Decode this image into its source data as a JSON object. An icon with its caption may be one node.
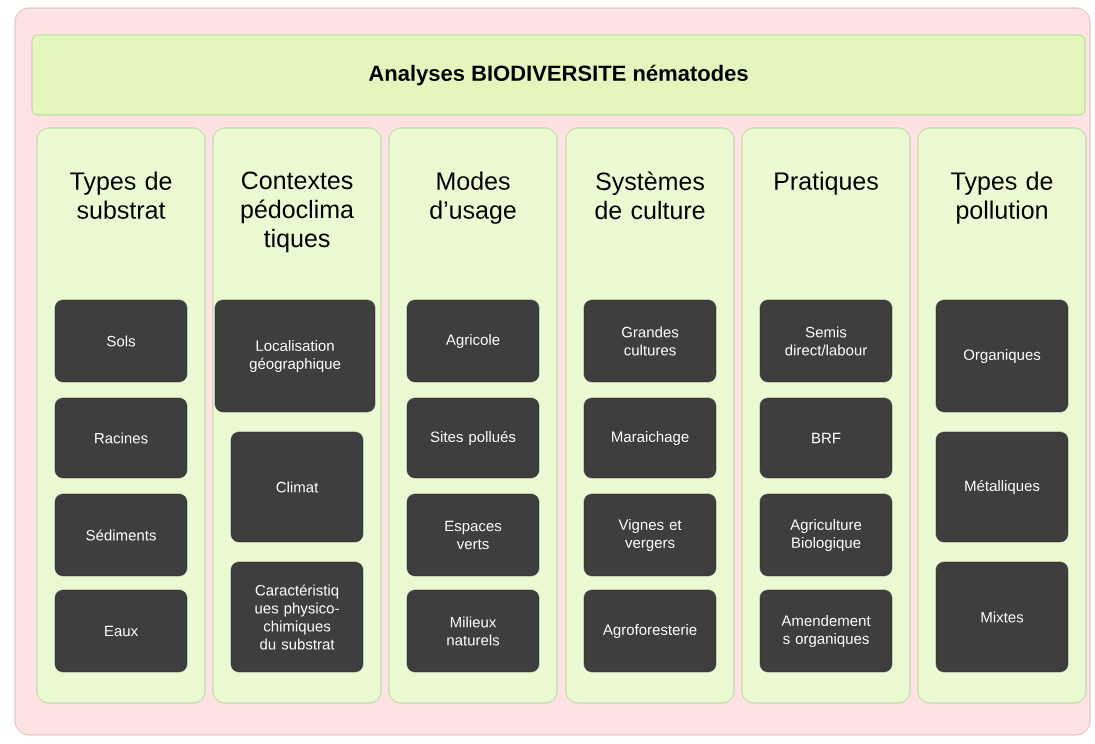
{
  "diagram": {
    "nodes": [
      {
        "text": [
          "Analyses BIODIVERSITE nématodes"
        ]
      },
      {
        "text": [
          "Types de substrat"
        ]
      },
      {
        "text": [
          "Sols"
        ],
        "in": 1
      },
      {
        "text": [
          "Racines"
        ],
        "in": 1
      },
      {
        "text": [
          "Sédiments"
        ],
        "in": 1
      },
      {
        "text": [
          "Eaux"
        ],
        "in": 1
      },
      {
        "text": [
          "Contextes pédoclima tiques"
        ]
      },
      {
        "text": [
          "Localisation géographique"
        ],
        "in": 6
      },
      {
        "text": [
          "Climat"
        ],
        "in": 6
      },
      {
        "text": [
          "Caractéristiq ues physico-chimiques du substrat"
        ],
        "in": 6
      },
      {
        "text": [
          "Modes d’usage"
        ]
      },
      {
        "text": [
          "Agricole"
        ],
        "in": 10
      },
      {
        "text": [
          "Sites pollués"
        ],
        "in": 10
      },
      {
        "text": [
          "Espaces verts"
        ],
        "in": 10
      },
      {
        "text": [
          "Milieux naturels"
        ],
        "in": 10
      },
      {
        "text": [
          "Systèmes de culture"
        ]
      },
      {
        "text": [
          "Grandes cultures"
        ],
        "in": 15
      },
      {
        "text": [
          "Maraichage"
        ],
        "in": 15
      },
      {
        "text": [
          "Vignes et vergers"
        ],
        "in": 15
      },
      {
        "text": [
          "Agroforesterie"
        ],
        "in": 15
      },
      {
        "text": [
          "Pratiques"
        ]
      },
      {
        "text": [
          "Semis direct/labour"
        ],
        "in": 20
      },
      {
        "text": [
          "BRF"
        ],
        "in": 20
      },
      {
        "text": [
          "Agriculture Biologique"
        ],
        "in": 20
      },
      {
        "text": [
          "Amendement s organiques"
        ],
        "in": 20
      },
      {
        "text": [
          "Types de pollution"
        ]
      },
      {
        "text": [
          "Organiques"
        ],
        "in": 25
      },
      {
        "text": [
          "Métalliques"
        ],
        "in": 25
      },
      {
        "text": [
          "Mixtes"
        ],
        "in": 25
      }
    ]
  }
}
